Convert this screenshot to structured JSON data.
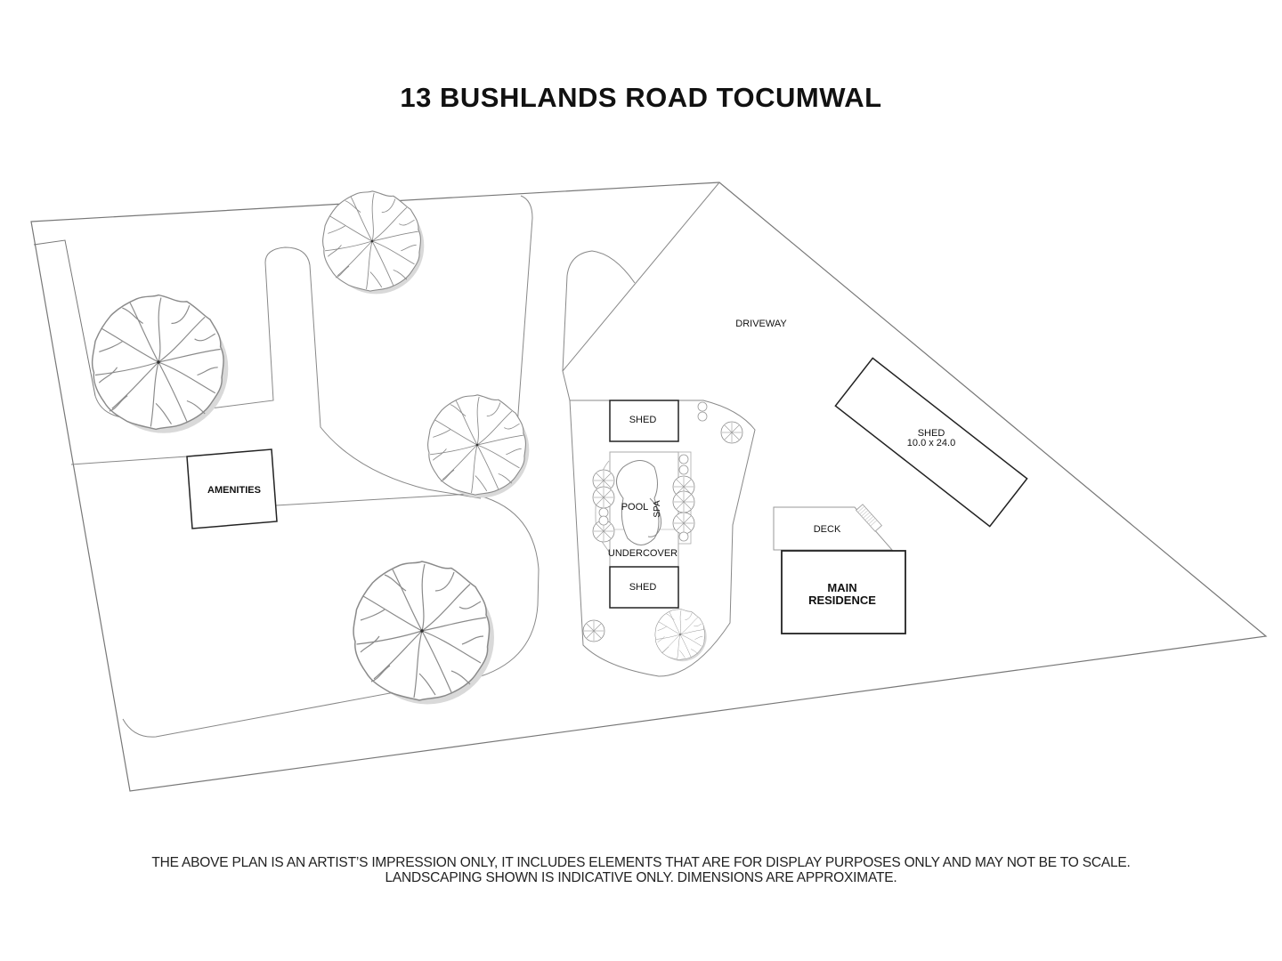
{
  "title": "13 BUSHLANDS ROAD TOCUMWAL",
  "plan": {
    "labels": {
      "driveway": "DRIVEWAY",
      "shed_large": "SHED",
      "shed_large_dims": "10.0 x 24.0",
      "shed_top": "SHED",
      "shed_bottom": "SHED",
      "pool": "POOL",
      "spa": "SPA",
      "undercover": "UNDERCOVER",
      "deck": "DECK",
      "main_residence_line1": "MAIN",
      "main_residence_line2": "RESIDENCE",
      "amenities": "AMENITIES"
    },
    "colors": {
      "boundary": "#777777",
      "building_outline": "#222222",
      "tree_outline": "#8a8a8a",
      "tree_shadow": "#d6d6d6",
      "background": "#ffffff"
    }
  },
  "disclaimer": {
    "line1": "THE ABOVE PLAN IS AN ARTIST’S IMPRESSION ONLY, IT INCLUDES ELEMENTS THAT ARE FOR DISPLAY PURPOSES ONLY AND MAY NOT BE TO SCALE.",
    "line2": "LANDSCAPING SHOWN IS INDICATIVE ONLY. DIMENSIONS ARE APPROXIMATE."
  }
}
